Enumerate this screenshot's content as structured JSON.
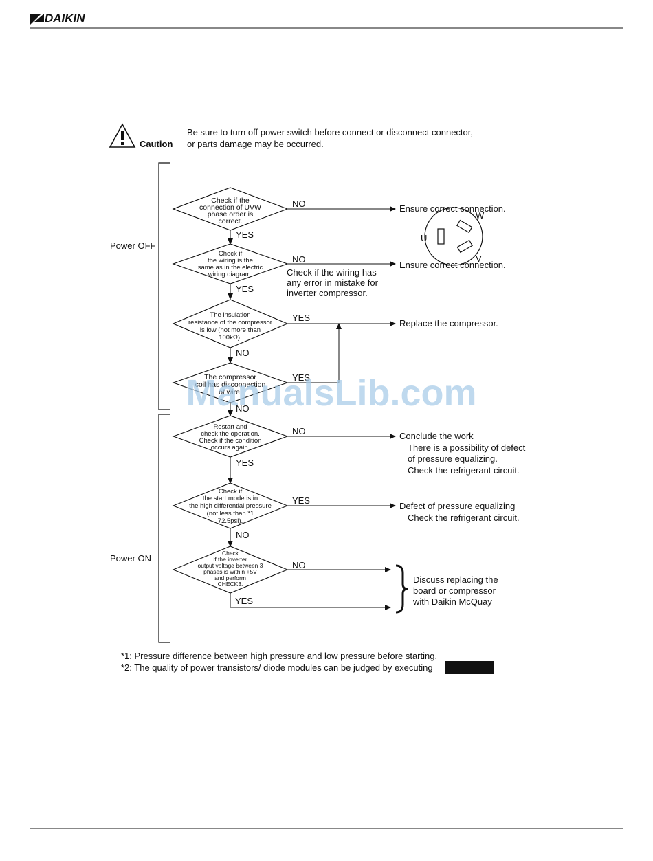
{
  "header": {
    "brand": "DAIKIN"
  },
  "caution": {
    "label": "Caution",
    "line1": "Be sure to turn off power switch before connect or disconnect connector,",
    "line2": "or parts damage may be occurred."
  },
  "sections": {
    "power_off": "Power OFF",
    "power_on": "Power ON"
  },
  "flow": {
    "d1": {
      "lines": [
        "Check if the",
        "connection of UVW",
        "phase order is",
        "correct."
      ],
      "no": "NO",
      "yes": "YES",
      "result_no": "Ensure correct connection."
    },
    "phase_diagram": {
      "u": "U",
      "v": "V",
      "w": "W"
    },
    "d2": {
      "lines": [
        "Check if",
        "the wiring is the",
        "same as in the electric",
        "wiring diagram."
      ],
      "no": "NO",
      "yes": "YES",
      "result_no": "Ensure correct connection.",
      "note": [
        "Check if the wiring has",
        "any error in mistake for",
        "inverter compressor."
      ]
    },
    "d3": {
      "lines": [
        "The insulation",
        "resistance of the compressor",
        "is low (not more than",
        "100kΩ)."
      ],
      "yes": "YES",
      "no": "NO",
      "result_yes": "Replace the compressor."
    },
    "d4": {
      "lines": [
        "The compressor",
        "coil has disconnection",
        "of wire."
      ],
      "yes": "YES",
      "no": "NO"
    },
    "d5": {
      "lines": [
        "Restart and",
        "check the operation.",
        "Check if the condition",
        "occurs again."
      ],
      "no": "NO",
      "yes": "YES",
      "result_no": "Conclude the work",
      "result_no_detail": [
        "There is a possibility of defect",
        "of pressure equalizing.",
        "Check the refrigerant circuit."
      ]
    },
    "d6": {
      "lines": [
        "Check if",
        "the start mode is in",
        "the high differential pressure",
        "(not less than *1",
        "72.5psi)."
      ],
      "yes": "YES",
      "no": "NO",
      "result_yes": "Defect of pressure equalizing",
      "result_yes_detail": "Check the refrigerant circuit."
    },
    "d7": {
      "lines": [
        "Check",
        "if the inverter",
        "output voltage between 3",
        "phases is within +5V",
        "and perform",
        "CHECK3."
      ],
      "no": "NO",
      "yes": "YES",
      "result": [
        "Discuss replacing the",
        "board or compressor",
        "with Daikin McQuay"
      ]
    }
  },
  "footnotes": {
    "n1": "*1: Pressure difference between high pressure and low pressure before starting.",
    "n2": "*2: The quality of power transistors/ diode modules can be judged by executing"
  },
  "watermark": "ManualsLib.com"
}
